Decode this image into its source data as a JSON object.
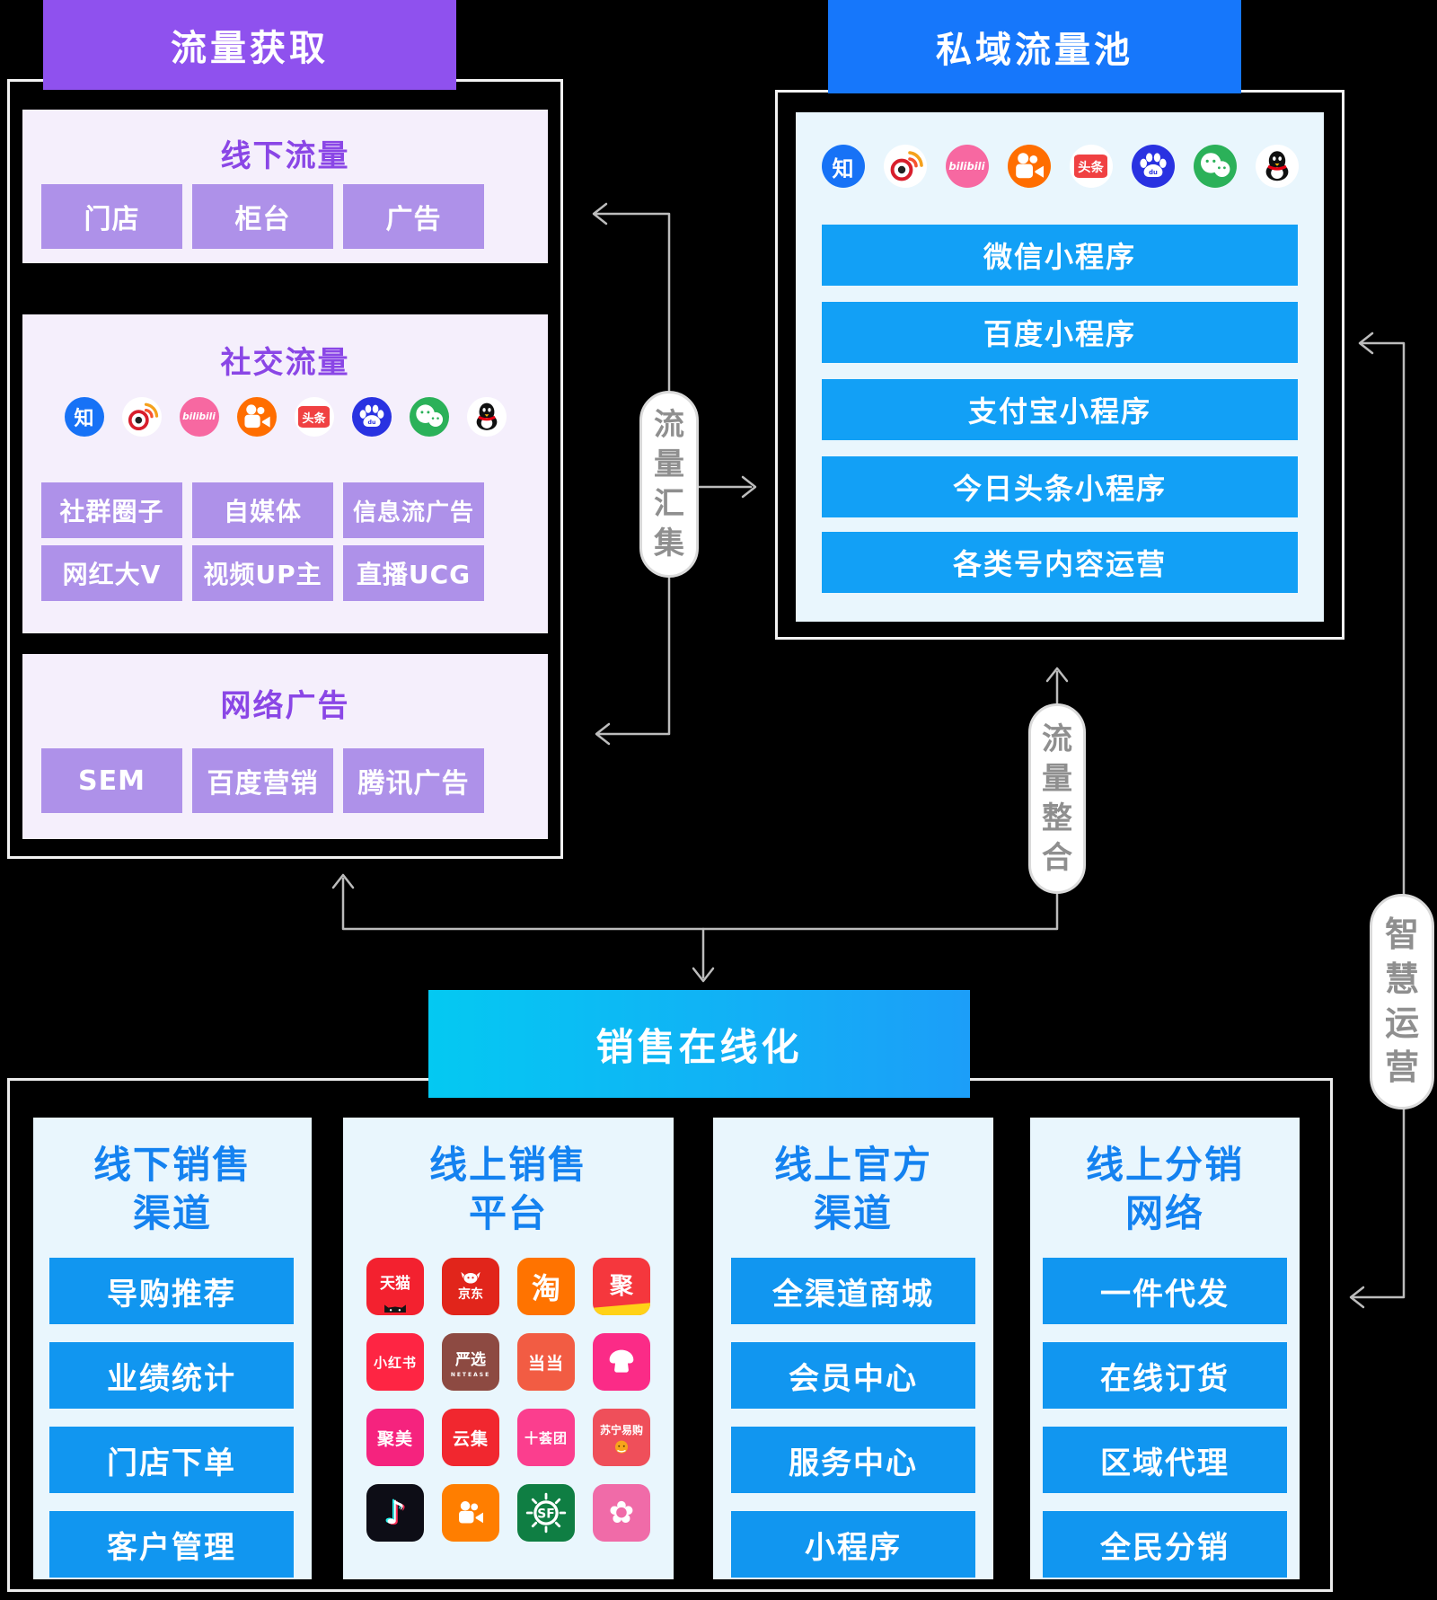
{
  "colors": {
    "background": "#000000",
    "purple_header": "#8F51EE",
    "purple_box_bg": "#F5EFFC",
    "purple_title": "#8A46E6",
    "purple_button": "#AE91E9",
    "blue_header": "#1677FB",
    "blue_box_bg": "#E9F6FD",
    "blue_button": "#12A0F6",
    "bottom_button": "#1196F0",
    "bottom_title": "#1482F0",
    "cyan_gradient_start": "#04C9F2",
    "cyan_gradient_end": "#1C9EF8",
    "connector_line": "#BCBCBC",
    "pill_text": "#8F8F8F"
  },
  "headers": {
    "traffic_acquisition": "流量获取",
    "private_pool": "私域流量池",
    "sales_online": "销售在线化"
  },
  "pills": {
    "collect": "流量汇集",
    "integrate": "流量整合",
    "smart_ops": "智慧运营"
  },
  "social_icons": [
    "zhihu",
    "weibo",
    "bilibili",
    "kuaishou",
    "toutiao",
    "baidu",
    "wechat",
    "qq"
  ],
  "left_panel": {
    "offline": {
      "title": "线下流量",
      "buttons": [
        "门店",
        "柜台",
        "广告"
      ]
    },
    "social": {
      "title": "社交流量",
      "buttons": [
        "社群圈子",
        "自媒体",
        "信息流广告",
        "网红大V",
        "视频UP主",
        "直播UCG"
      ]
    },
    "ads": {
      "title": "网络广告",
      "buttons": [
        "SEM",
        "百度营销",
        "腾讯广告"
      ]
    }
  },
  "right_panel": {
    "buttons": [
      "微信小程序",
      "百度小程序",
      "支付宝小程序",
      "今日头条小程序",
      "各类号内容运营"
    ]
  },
  "bottom_panel": {
    "columns": [
      {
        "title": [
          "线下销售",
          "渠道"
        ],
        "buttons": [
          "导购推荐",
          "业绩统计",
          "门店下单",
          "客户管理"
        ]
      },
      {
        "title": [
          "线上销售",
          "平台"
        ]
      },
      {
        "title": [
          "线上官方",
          "渠道"
        ],
        "buttons": [
          "全渠道商城",
          "会员中心",
          "服务中心",
          "小程序"
        ]
      },
      {
        "title": [
          "线上分销",
          "网络"
        ],
        "buttons": [
          "一件代发",
          "在线订货",
          "区域代理",
          "全民分销"
        ]
      }
    ],
    "apps": [
      {
        "name": "tmall",
        "label": "天猫",
        "color": "#F3212F",
        "type": "tmall"
      },
      {
        "name": "jd",
        "label": "京东",
        "color": "#E1251B",
        "type": "jd"
      },
      {
        "name": "taobao",
        "label": "淘",
        "color": "#FF7300",
        "type": "big"
      },
      {
        "name": "juhuasuan",
        "label": "聚",
        "color": "#F5373D",
        "type": "juhuasuan"
      },
      {
        "name": "xiaohongshu",
        "label": "小红书",
        "color": "#FE2543",
        "type": "text"
      },
      {
        "name": "yanxuan",
        "label": "严选",
        "sub": "NETEASE",
        "color": "#8D4A42",
        "type": "yanxuan"
      },
      {
        "name": "dangdang",
        "label": "当当",
        "color": "#F25C43",
        "type": "text"
      },
      {
        "name": "mogujie",
        "label": "",
        "color": "#FB2B87",
        "type": "mushroom"
      },
      {
        "name": "jumei",
        "label": "聚美",
        "color": "#F5237E",
        "type": "text"
      },
      {
        "name": "yunji",
        "label": "云集",
        "color": "#F1272F",
        "type": "text"
      },
      {
        "name": "shihuituan",
        "label": "十荟团",
        "color": "#FB3E8E",
        "type": "text"
      },
      {
        "name": "suning",
        "label": "苏宁易购",
        "color": "#EF4F5A",
        "type": "suning"
      },
      {
        "name": "douyin",
        "label": "♪",
        "color": "#0D0D16",
        "type": "douyin"
      },
      {
        "name": "kuaishou",
        "label": "",
        "color": "#FF7E00",
        "type": "camera"
      },
      {
        "name": "sf",
        "label": "SF",
        "color": "#0F7E43",
        "type": "sf"
      },
      {
        "name": "flower",
        "label": "✿",
        "color": "#F06BA8",
        "type": "flower"
      }
    ]
  }
}
